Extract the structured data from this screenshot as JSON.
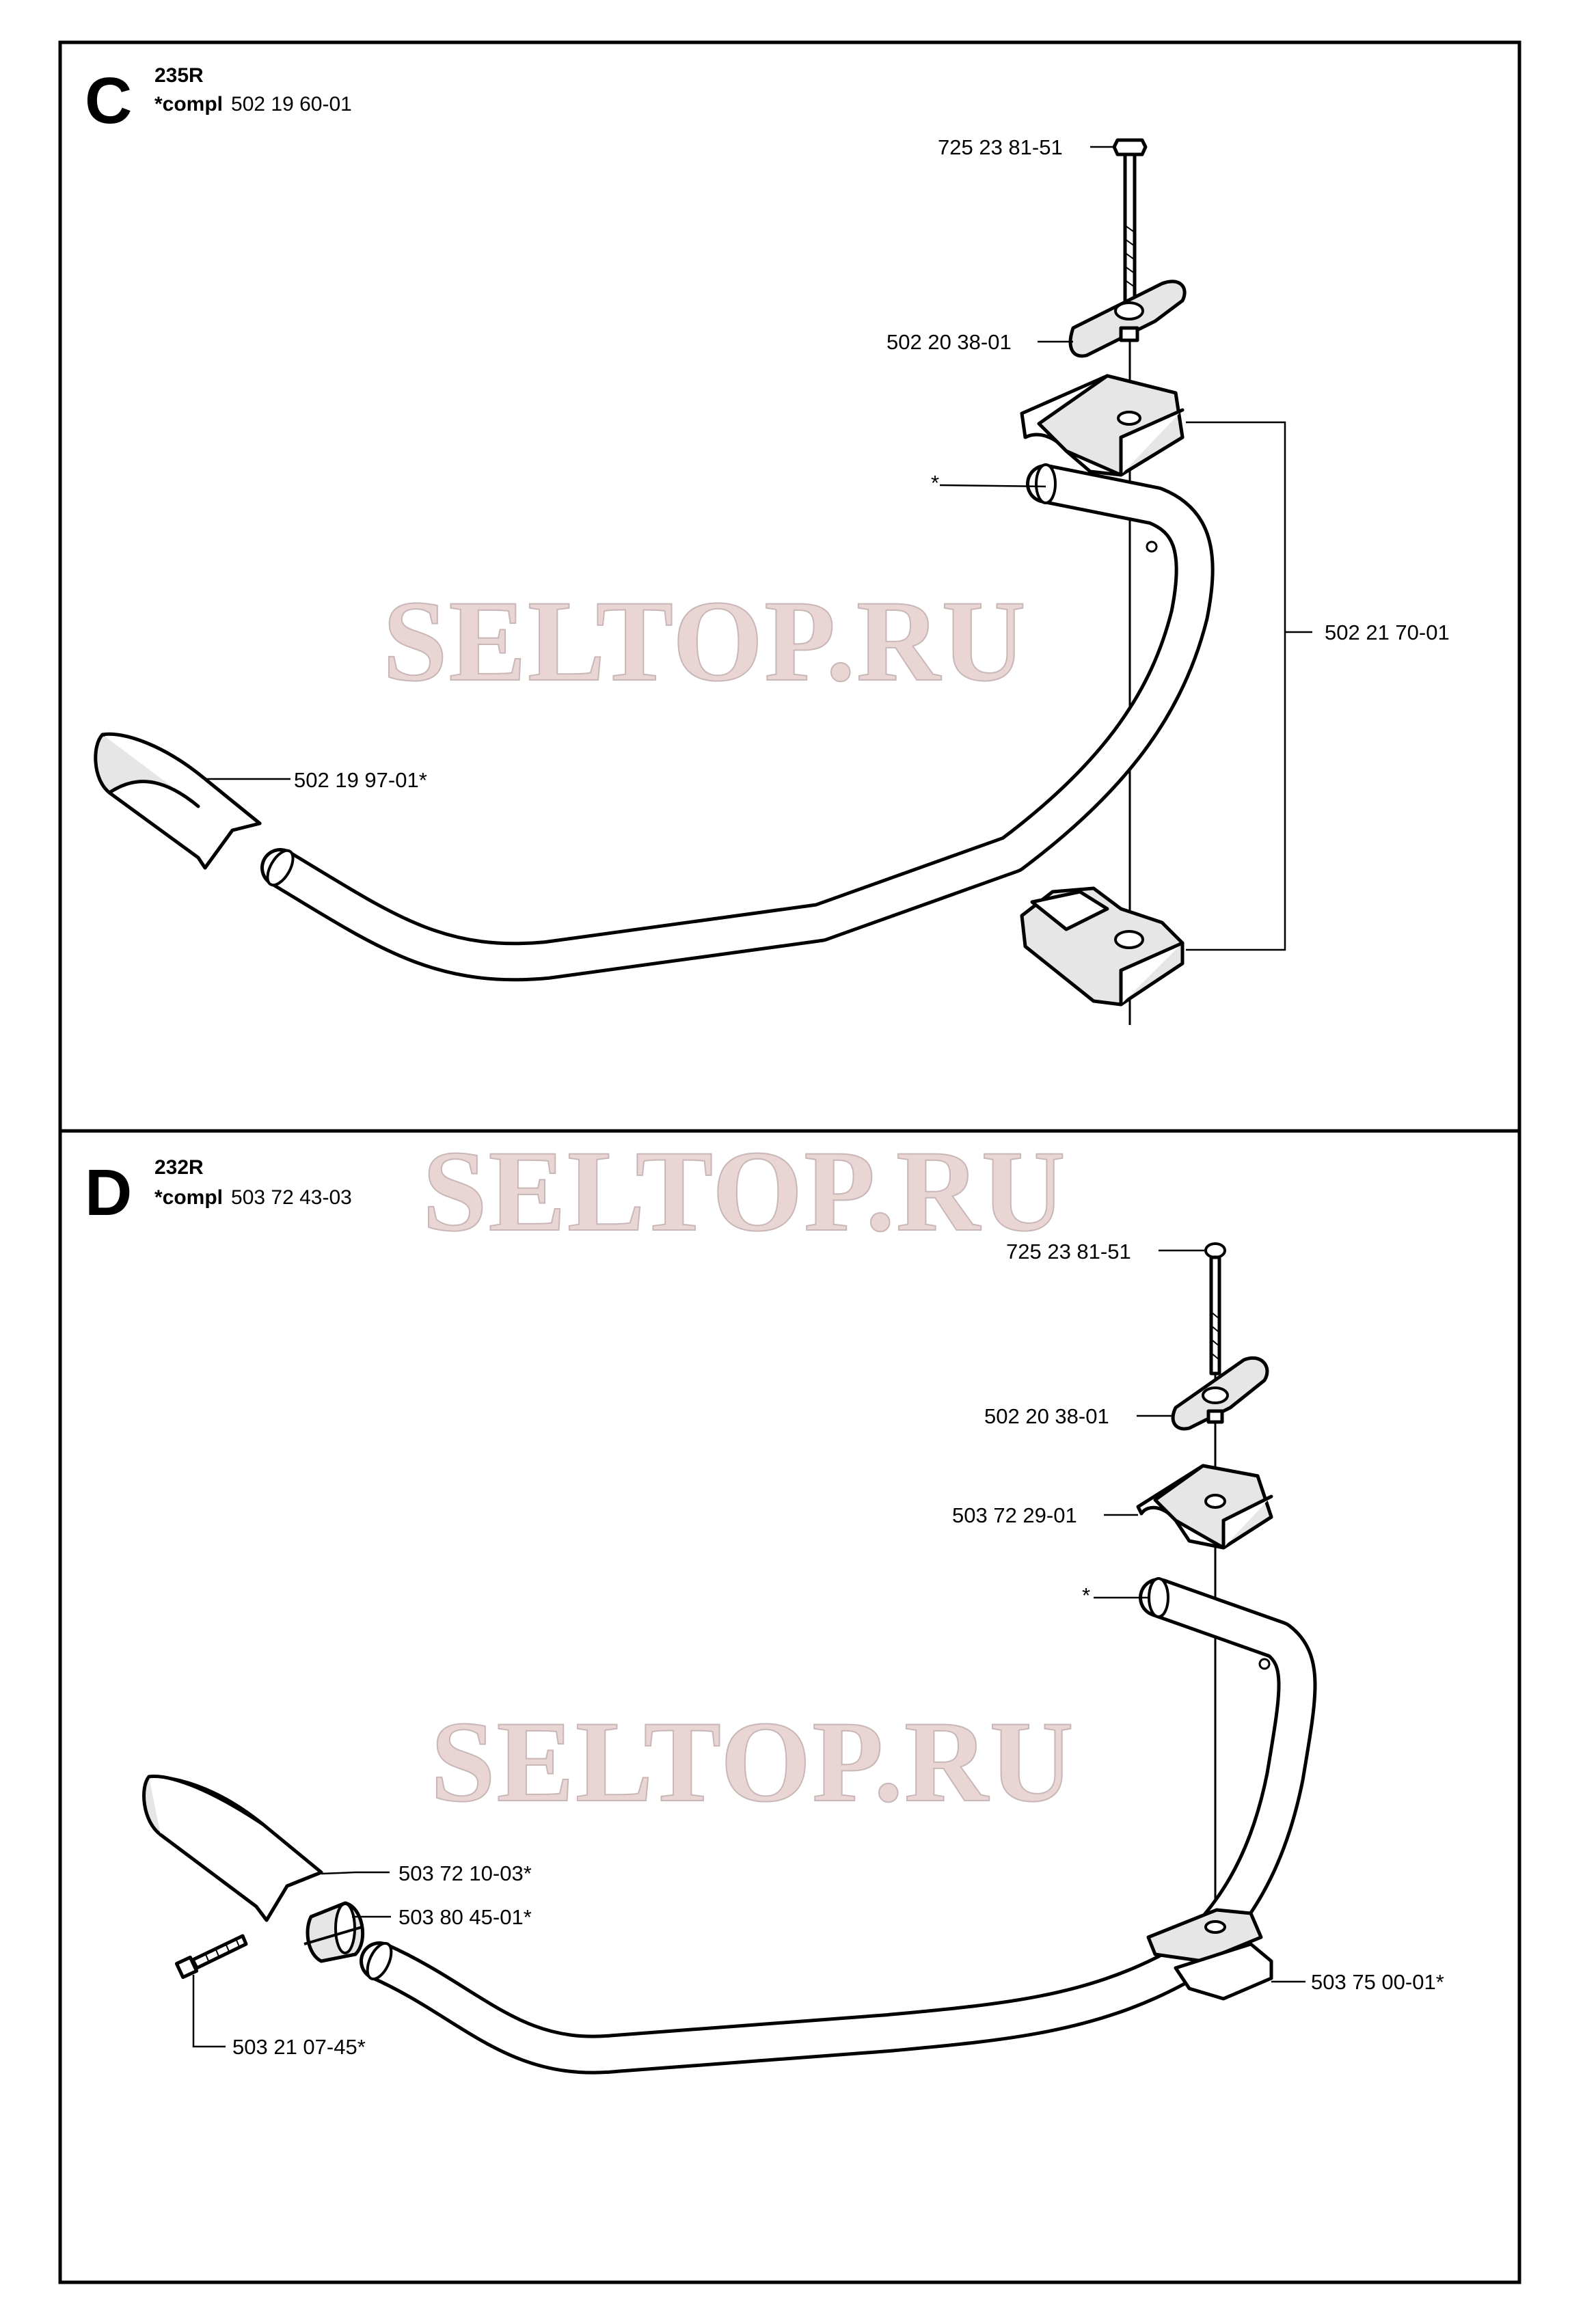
{
  "watermark": "SELTOP.RU",
  "panels": [
    {
      "letter": "C",
      "model": "235R",
      "compl_label": "*compl",
      "compl_number": "502 19 60-01",
      "parts": [
        {
          "key": "bolt",
          "number": "725 23 81-51"
        },
        {
          "key": "knob",
          "number": "502 20 38-01"
        },
        {
          "key": "clamp_set",
          "number": "502 21 70-01"
        },
        {
          "key": "tube",
          "number": "*"
        },
        {
          "key": "grip",
          "number": "502 19 97-01*"
        }
      ]
    },
    {
      "letter": "D",
      "model": "232R",
      "compl_label": "*compl",
      "compl_number": "503 72 43-03",
      "parts": [
        {
          "key": "bolt",
          "number": "725 23 81-51"
        },
        {
          "key": "knob",
          "number": "502 20 38-01"
        },
        {
          "key": "upper_clamp",
          "number": "503 72 29-01"
        },
        {
          "key": "tube",
          "number": "*"
        },
        {
          "key": "grip",
          "number": "503 72 10-03*"
        },
        {
          "key": "sleeve",
          "number": "503 80 45-01*"
        },
        {
          "key": "screw",
          "number": "503 21 07-45*"
        },
        {
          "key": "lower_clamp",
          "number": "503 75 00-01*"
        }
      ]
    }
  ]
}
